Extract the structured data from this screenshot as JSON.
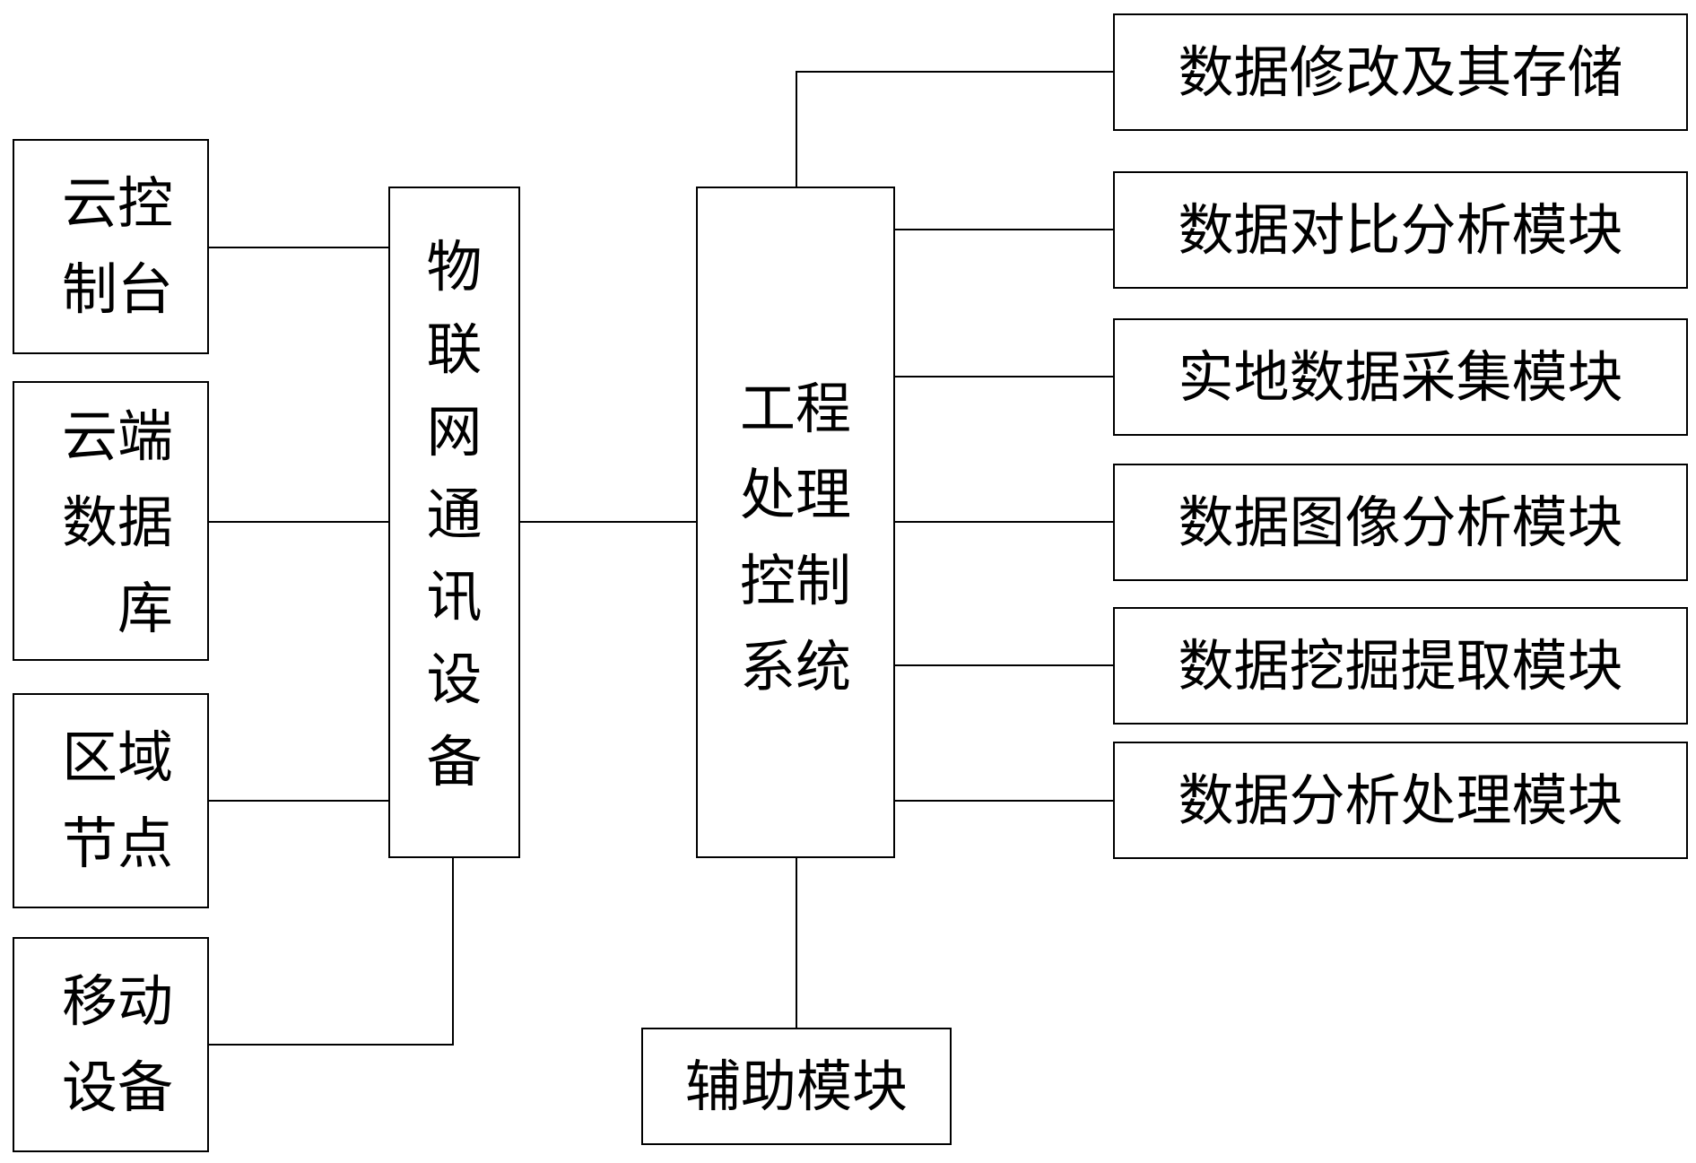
{
  "diagram": {
    "left_nodes": [
      {
        "id": "cloud-console",
        "label": "云控\n制台"
      },
      {
        "id": "cloud-database",
        "label": "云端\n数据\n库"
      },
      {
        "id": "regional-node",
        "label": "区域\n节点"
      },
      {
        "id": "mobile-device",
        "label": "移动\n设备"
      }
    ],
    "iot_device": {
      "label": "物\n联\n网\n通\n讯\n设\n备"
    },
    "control_system": {
      "label": "工程\n处理\n控制\n系统"
    },
    "right_modules": [
      {
        "id": "data-modify-storage",
        "label": "数据修改及其存储"
      },
      {
        "id": "data-compare-analysis",
        "label": "数据对比分析模块"
      },
      {
        "id": "field-data-collection",
        "label": "实地数据采集模块"
      },
      {
        "id": "data-image-analysis",
        "label": "数据图像分析模块"
      },
      {
        "id": "data-mining-extraction",
        "label": "数据挖掘提取模块"
      },
      {
        "id": "data-analysis-processing",
        "label": "数据分析处理模块"
      }
    ],
    "aux_module": {
      "label": "辅助模块"
    }
  }
}
